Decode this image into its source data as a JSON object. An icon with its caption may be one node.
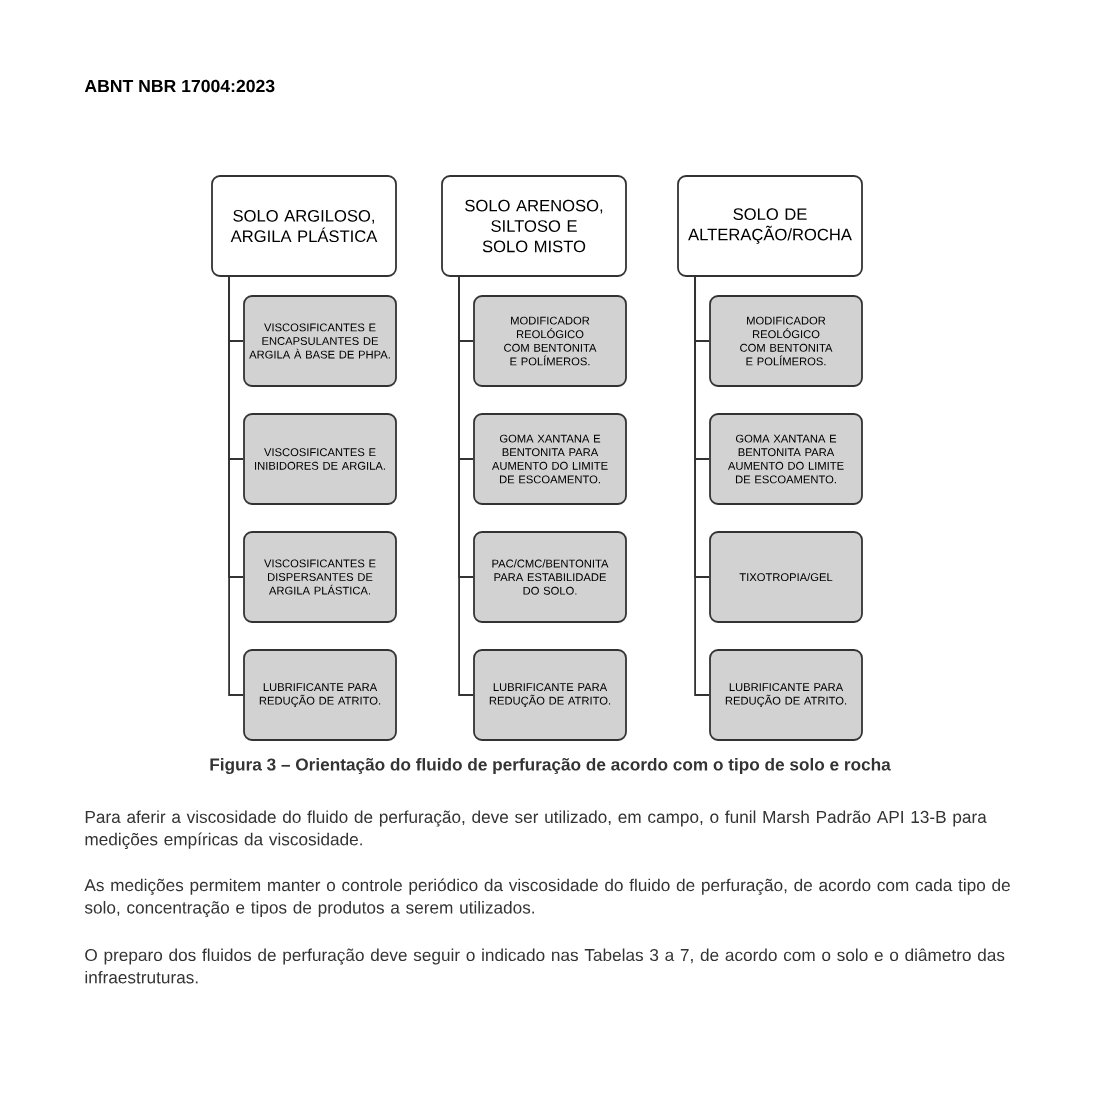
{
  "diagram": {
    "caption": "Figura 3 – Orientação do fluido de perfuração de acordo com o tipo de solo e rocha",
    "nodes": [
      {
        "text": [
          "SOLO ARGILOSO, ARGILA PLÁSTICA"
        ]
      },
      {
        "text": [
          "VISCOSIFICANTES E ENCAPSULANTES DE ARGILA À BASE DE PHPA."
        ]
      },
      {
        "text": [
          "VISCOSIFICANTES E INIBIDORES DE ARGILA."
        ]
      },
      {
        "text": [
          "VISCOSIFICANTES E DISPERSANTES DE ARGILA PLÁSTICA."
        ]
      },
      {
        "text": [
          "LUBRIFICANTE PARA REDUÇÃO DE ATRITO."
        ]
      },
      {
        "text": [
          "SOLO ARENOSO, SILTOSO E SOLO MISTO"
        ]
      },
      {
        "text": [
          "MODIFICADOR REOLÓGICO COM BENTONITA E POLÍMEROS."
        ]
      },
      {
        "text": [
          "GOMA XANTANA E BENTONITA PARA AUMENTO DO LIMITE DE ESCOAMENTO."
        ]
      },
      {
        "text": [
          "PAC/CMC/BENTONITA PARA ESTABILIDADE DO SOLO."
        ]
      },
      {
        "text": [
          "LUBRIFICANTE PARA REDUÇÃO DE ATRITO."
        ]
      },
      {
        "text": [
          "SOLO DE ALTERAÇÃO/ROCHA"
        ]
      },
      {
        "text": [
          "MODIFICADOR REOLÓGICO COM BENTONITA E POLÍMEROS."
        ]
      },
      {
        "text": [
          "GOMA XANTANA E BENTONITA PARA AUMENTO DO LIMITE DE ESCOAMENTO."
        ]
      },
      {
        "text": [
          "TIXOTROPIA/GEL"
        ]
      },
      {
        "text": [
          "LUBRIFICANTE PARA REDUÇÃO DE ATRITO."
        ]
      }
    ],
    "edges": [
      {
        "from": 0,
        "to": 1,
        "arrow": "none"
      },
      {
        "from": 0,
        "to": 2,
        "arrow": "none"
      },
      {
        "from": 0,
        "to": 3,
        "arrow": "none"
      },
      {
        "from": 0,
        "to": 4,
        "arrow": "none"
      },
      {
        "from": 5,
        "to": 6,
        "arrow": "none"
      },
      {
        "from": 5,
        "to": 7,
        "arrow": "none"
      },
      {
        "from": 5,
        "to": 8,
        "arrow": "none"
      },
      {
        "from": 5,
        "to": 9,
        "arrow": "none"
      },
      {
        "from": 10,
        "to": 11,
        "arrow": "none"
      },
      {
        "from": 10,
        "to": 12,
        "arrow": "none"
      },
      {
        "from": 10,
        "to": 13,
        "arrow": "none"
      },
      {
        "from": 10,
        "to": 14,
        "arrow": "none"
      }
    ],
    "labels": [
      "ABNT NBR 17004:2023",
      "Para aferir a viscosidade do fluido de perfuração, deve ser utilizado, em campo, o funil Marsh Padrão API 13-B para medições empíricas da viscosidade.",
      "As medições permitem manter o controle periódico da viscosidade do fluido de perfuração, de acordo com cada tipo de solo, concentração e tipos de produtos a serem utilizados.",
      "O preparo dos fluidos de perfuração deve seguir o indicado nas Tabelas 3 a 7, de acordo com o solo e o diâmetro das infraestruturas."
    ]
  }
}
